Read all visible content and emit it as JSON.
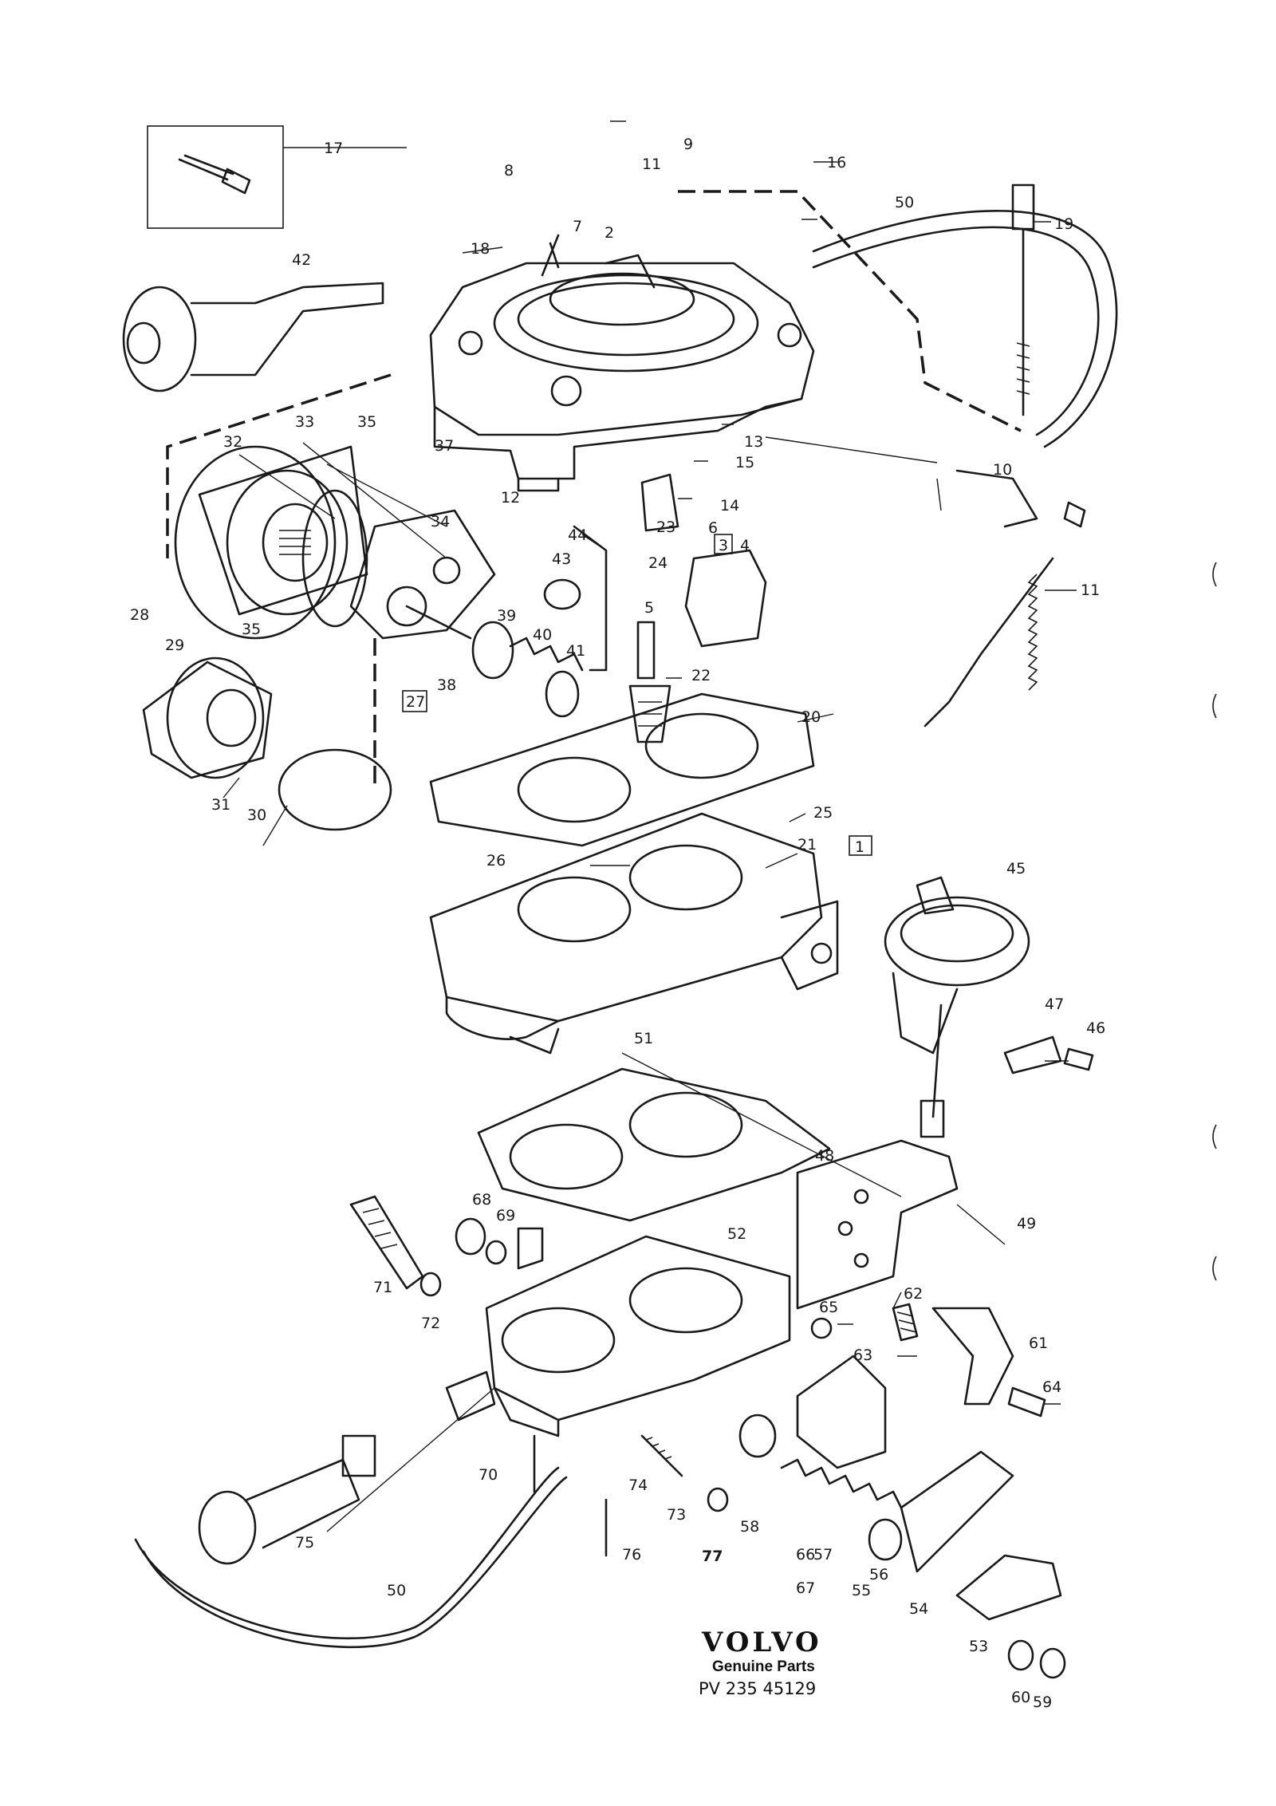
{
  "brand": {
    "logo": "VOLVO",
    "tagline": "Genuine Parts",
    "part_number": "PV 235 45129"
  },
  "callouts": {
    "c1": "1",
    "c2": "2",
    "c3": "3",
    "c4": "4",
    "c5": "5",
    "c6": "6",
    "c7": "7",
    "c8": "8",
    "c9": "9",
    "c10": "10",
    "c11a": "11",
    "c11b": "11",
    "c12": "12",
    "c13": "13",
    "c14": "14",
    "c15": "15",
    "c16": "16",
    "c17": "17",
    "c18": "18",
    "c19": "19",
    "c20": "20",
    "c21": "21",
    "c22": "22",
    "c23": "23",
    "c24": "24",
    "c25": "25",
    "c26": "26",
    "c27": "27",
    "c28": "28",
    "c29": "29",
    "c30": "30",
    "c31": "31",
    "c32": "32",
    "c33": "33",
    "c34": "34",
    "c35a": "35",
    "c35b": "35",
    "c37": "37",
    "c38": "38",
    "c39": "39",
    "c40": "40",
    "c41": "41",
    "c42": "42",
    "c43": "43",
    "c44": "44",
    "c45": "45",
    "c46": "46",
    "c47": "47",
    "c48": "48",
    "c49": "49",
    "c50a": "50",
    "c50b": "50",
    "c51": "51",
    "c52": "52",
    "c53": "53",
    "c54": "54",
    "c55": "55",
    "c56": "56",
    "c57": "57",
    "c58": "58",
    "c59": "59",
    "c60": "60",
    "c61": "61",
    "c62": "62",
    "c63": "63",
    "c64": "64",
    "c65": "65",
    "c66": "66",
    "c67": "67",
    "c68": "68",
    "c69": "69",
    "c70": "70",
    "c71": "71",
    "c72": "72",
    "c73": "73",
    "c74": "74",
    "c75": "75",
    "c76": "76",
    "c77": "77"
  }
}
